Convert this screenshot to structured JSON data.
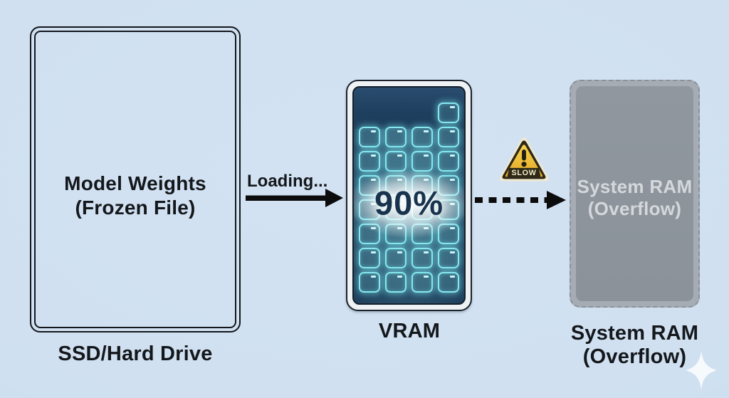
{
  "diagram": {
    "ssd_box": {
      "title_line1": "Model Weights",
      "title_line2": "(Frozen File)",
      "caption": "SSD/Hard Drive"
    },
    "loading_arrow": {
      "label": "Loading..."
    },
    "vram_box": {
      "usage_label": "90%",
      "caption": "VRAM",
      "grid": {
        "columns": 4,
        "full_rows": 7,
        "partial_row_filled_cells": 1,
        "total_filled_cells": 29
      }
    },
    "warning_sign": {
      "label": "SLOW"
    },
    "system_ram_box": {
      "title_line1": "System RAM",
      "title_line2": "(Overflow)",
      "caption_line1": "System RAM",
      "caption_line2": "(Overflow)"
    },
    "icons": {
      "loading_arrow": "solid-right-arrow",
      "overflow_arrow": "dashed-right-arrow",
      "warning": "warning-triangle-slow",
      "sparkle": "four-point-sparkle",
      "vram_cell_tick": "small-dash"
    },
    "colors": {
      "background": "#cfe0f0",
      "outline_dark": "#14171c",
      "vram_frame": "#eff2f4",
      "vram_screen_top": "#2a4c6e",
      "vram_screen_bottom": "#1b3a57",
      "vram_cell_glow": "#85e8ed",
      "usage_text": "#18334d",
      "warning_yellow_top": "#f7d34f",
      "warning_yellow_bottom": "#e3a826",
      "warning_dark": "#2e2817",
      "warning_cream": "#f0e9cf",
      "ram_fill": "#a6acb3",
      "ram_inner": "#8d949b",
      "ram_text": "#d4d8dc",
      "arrow_black": "#0c0c0c"
    }
  }
}
